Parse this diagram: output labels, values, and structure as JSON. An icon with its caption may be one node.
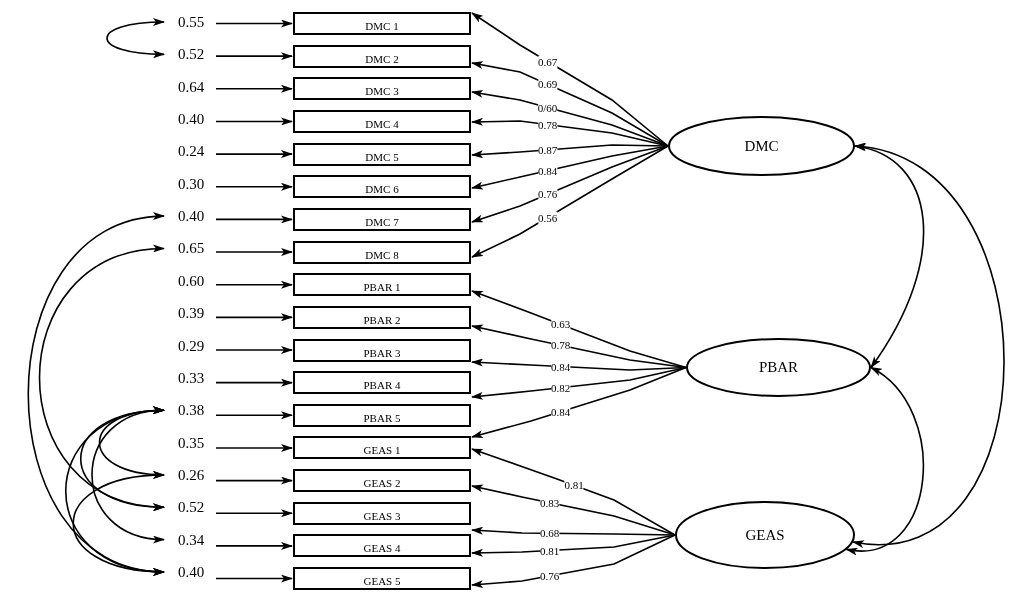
{
  "diagram": {
    "nodes": [
      {
        "text": [
          "0.55"
        ]
      },
      {
        "text": [
          "0.52"
        ]
      },
      {
        "text": [
          "0.64"
        ]
      },
      {
        "text": [
          "0.40"
        ]
      },
      {
        "text": [
          "0.24"
        ]
      },
      {
        "text": [
          "0.30"
        ]
      },
      {
        "text": [
          "0.40"
        ]
      },
      {
        "text": [
          "0.65"
        ]
      },
      {
        "text": [
          "0.60"
        ]
      },
      {
        "text": [
          "0.39"
        ]
      },
      {
        "text": [
          "0.29"
        ]
      },
      {
        "text": [
          "0.33"
        ]
      },
      {
        "text": [
          "0.38"
        ]
      },
      {
        "text": [
          "0.35"
        ]
      },
      {
        "text": [
          "0.26"
        ]
      },
      {
        "text": [
          "0.52"
        ]
      },
      {
        "text": [
          "0.34"
        ]
      },
      {
        "text": [
          "0.40"
        ]
      },
      {
        "text": [
          "DMC 1"
        ]
      },
      {
        "text": [
          "DMC 2"
        ]
      },
      {
        "text": [
          "DMC 3"
        ]
      },
      {
        "text": [
          "DMC 4"
        ]
      },
      {
        "text": [
          "DMC 5"
        ]
      },
      {
        "text": [
          "DMC 6"
        ]
      },
      {
        "text": [
          "DMC 7"
        ]
      },
      {
        "text": [
          "DMC 8"
        ]
      },
      {
        "text": [
          "PBAR 1"
        ]
      },
      {
        "text": [
          "PBAR 2"
        ]
      },
      {
        "text": [
          "PBAR 3"
        ]
      },
      {
        "text": [
          "PBAR 4"
        ]
      },
      {
        "text": [
          "PBAR 5"
        ]
      },
      {
        "text": [
          "GEAS 1"
        ]
      },
      {
        "text": [
          "GEAS 2"
        ]
      },
      {
        "text": [
          "GEAS 3"
        ]
      },
      {
        "text": [
          "GEAS 4"
        ]
      },
      {
        "text": [
          "GEAS 5"
        ]
      },
      {
        "text": [
          "DMC"
        ]
      },
      {
        "text": [
          "PBAR"
        ]
      },
      {
        "text": [
          "GEAS"
        ]
      }
    ],
    "edges": [
      {
        "from": 0,
        "to": 18,
        "arrow": "to"
      },
      {
        "from": 1,
        "to": 19,
        "arrow": "to"
      },
      {
        "from": 2,
        "to": 20,
        "arrow": "to"
      },
      {
        "from": 3,
        "to": 21,
        "arrow": "to"
      },
      {
        "from": 4,
        "to": 22,
        "arrow": "to"
      },
      {
        "from": 5,
        "to": 23,
        "arrow": "to"
      },
      {
        "from": 6,
        "to": 24,
        "arrow": "to"
      },
      {
        "from": 7,
        "to": 25,
        "arrow": "to"
      },
      {
        "from": 8,
        "to": 26,
        "arrow": "to"
      },
      {
        "from": 9,
        "to": 27,
        "arrow": "to"
      },
      {
        "from": 10,
        "to": 28,
        "arrow": "to"
      },
      {
        "from": 11,
        "to": 29,
        "arrow": "to"
      },
      {
        "from": 12,
        "to": 30,
        "arrow": "to"
      },
      {
        "from": 13,
        "to": 31,
        "arrow": "to"
      },
      {
        "from": 14,
        "to": 32,
        "arrow": "to"
      },
      {
        "from": 15,
        "to": 33,
        "arrow": "to"
      },
      {
        "from": 16,
        "to": 34,
        "arrow": "to"
      },
      {
        "from": 17,
        "to": 35,
        "arrow": "to"
      },
      {
        "from": 36,
        "to": 18,
        "arrow": "to",
        "label": "0.67"
      },
      {
        "from": 36,
        "to": 19,
        "arrow": "to",
        "label": "0.69"
      },
      {
        "from": 36,
        "to": 20,
        "arrow": "to",
        "label": "0/60"
      },
      {
        "from": 36,
        "to": 21,
        "arrow": "to",
        "label": "0.78"
      },
      {
        "from": 36,
        "to": 22,
        "arrow": "to",
        "label": "0.87"
      },
      {
        "from": 36,
        "to": 23,
        "arrow": "to",
        "label": "0.84"
      },
      {
        "from": 36,
        "to": 24,
        "arrow": "to",
        "label": "0.76"
      },
      {
        "from": 36,
        "to": 25,
        "arrow": "to",
        "label": "0.56"
      },
      {
        "from": 37,
        "to": 26,
        "arrow": "to",
        "label": "0.63"
      },
      {
        "from": 37,
        "to": 27,
        "arrow": "to",
        "label": "0.78"
      },
      {
        "from": 37,
        "to": 28,
        "arrow": "to",
        "label": "0.84"
      },
      {
        "from": 37,
        "to": 29,
        "arrow": "to",
        "label": "0.82"
      },
      {
        "from": 37,
        "to": 30,
        "arrow": "to",
        "label": "0.84"
      },
      {
        "from": 38,
        "to": 31,
        "arrow": "to",
        "label": "0.81"
      },
      {
        "from": 38,
        "to": 32,
        "arrow": "to",
        "label": "0.83"
      },
      {
        "from": 38,
        "to": 33,
        "arrow": "to",
        "label": "0.68"
      },
      {
        "from": 38,
        "to": 34,
        "arrow": "to",
        "label": "0.81"
      },
      {
        "from": 38,
        "to": 35,
        "arrow": "to",
        "label": "0.76"
      },
      {
        "from": 36,
        "to": 37,
        "arrow": "both"
      },
      {
        "from": 37,
        "to": 38,
        "arrow": "both"
      },
      {
        "from": 36,
        "to": 38,
        "arrow": "both"
      },
      {
        "from": 0,
        "to": 1,
        "arrow": "both"
      },
      {
        "from": 6,
        "to": 17,
        "arrow": "both"
      },
      {
        "from": 7,
        "to": 15,
        "arrow": "both"
      },
      {
        "from": 12,
        "to": 14,
        "arrow": "both"
      },
      {
        "from": 12,
        "to": 15,
        "arrow": "both"
      },
      {
        "from": 12,
        "to": 16,
        "arrow": "both"
      },
      {
        "from": 12,
        "to": 17,
        "arrow": "both"
      },
      {
        "from": 14,
        "to": 17,
        "arrow": "both"
      }
    ]
  }
}
